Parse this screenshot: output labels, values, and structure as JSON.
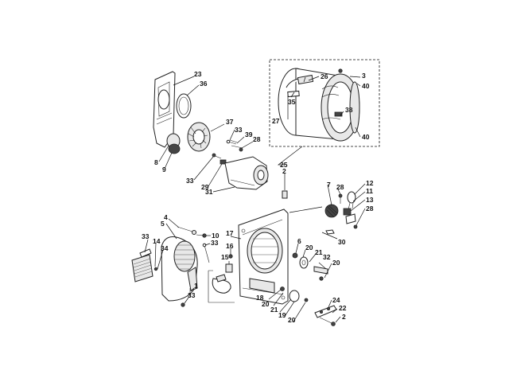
{
  "diagram": {
    "callouts": {
      "c23": "23",
      "c36": "36",
      "c37": "37",
      "c33a": "33",
      "c39": "39",
      "c28a": "28",
      "c8": "8",
      "c9": "9",
      "c33b": "33",
      "c29": "29",
      "c31": "31",
      "c26": "26",
      "c3": "3",
      "c40a": "40",
      "c35": "35",
      "c27": "27",
      "c38": "38",
      "c40b": "40",
      "c25": "25",
      "c2a": "2",
      "c7": "7",
      "c28b": "28",
      "c12": "12",
      "c11": "11",
      "c13": "13",
      "c28c": "28",
      "c4": "4",
      "c5": "5",
      "c10": "10",
      "c33c": "33",
      "c33d": "33",
      "c14": "14",
      "c34": "34",
      "c17": "17",
      "c16": "16",
      "c15": "15",
      "c1": "1",
      "c33e": "33",
      "c30": "30",
      "c6": "6",
      "c20a": "20",
      "c21a": "21",
      "c32": "32",
      "c20b": "20",
      "c18": "18",
      "c20c": "20",
      "c21b": "21",
      "c19": "19",
      "c20d": "20",
      "c24": "24",
      "c22": "22",
      "c2b": "2"
    }
  }
}
